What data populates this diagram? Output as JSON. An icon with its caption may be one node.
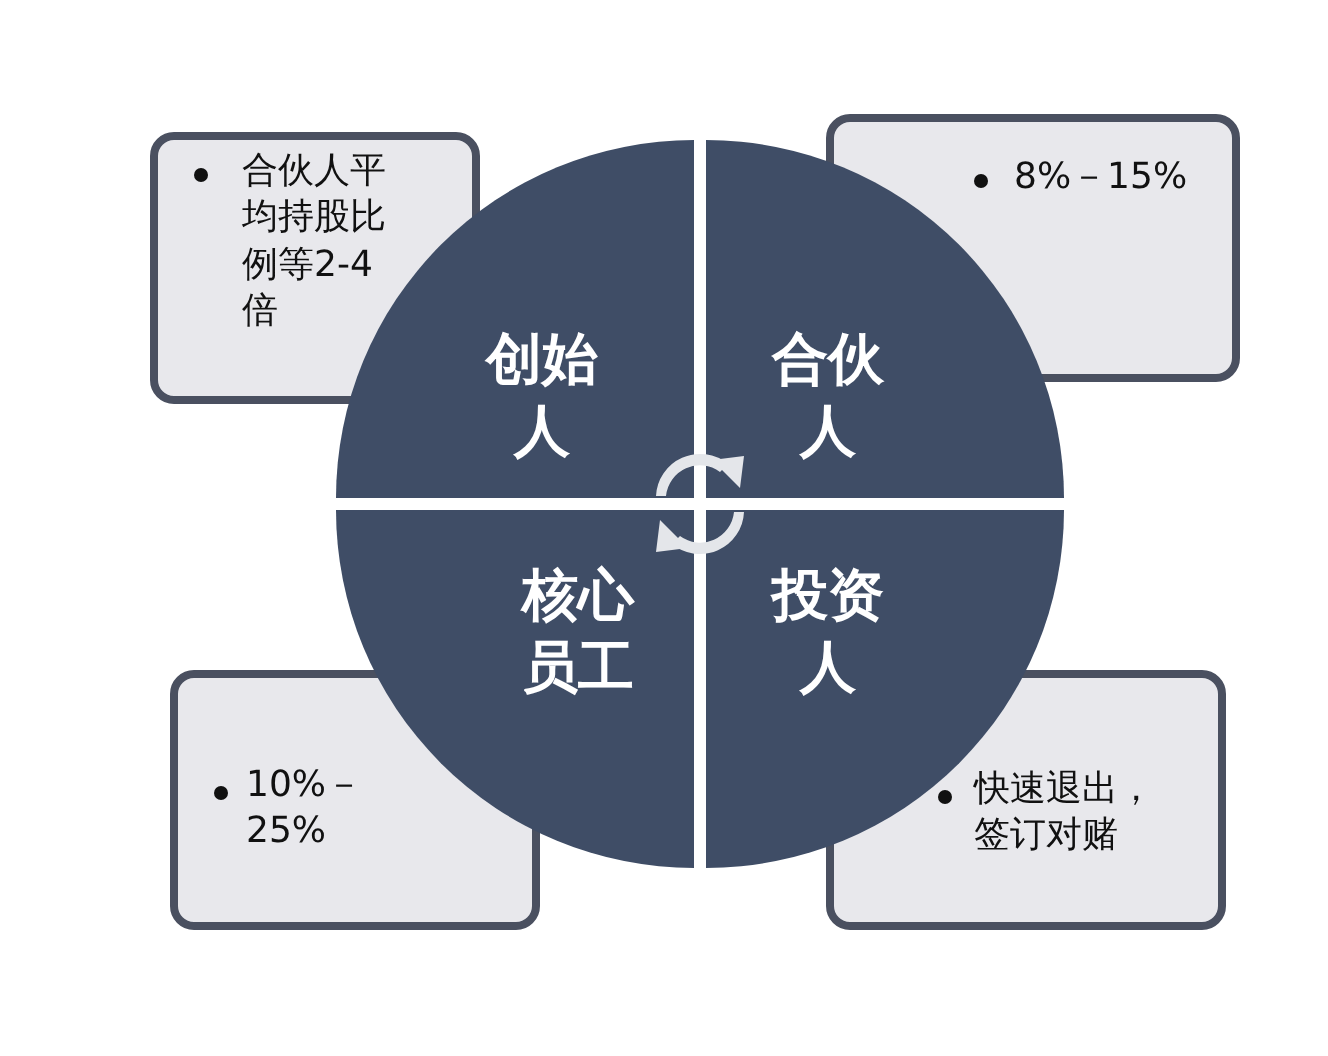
{
  "diagram": {
    "nodes": [
      {
        "text": [
          "创始人"
        ]
      },
      {
        "text": [
          "合伙人"
        ]
      },
      {
        "text": [
          "核心员工"
        ]
      },
      {
        "text": [
          "投资人"
        ]
      },
      {
        "text": [
          "合伙人平均持股比例等2-4倍"
        ]
      },
      {
        "text": [
          "8%－15%"
        ]
      },
      {
        "text": [
          "10%－25%"
        ]
      },
      {
        "text": [
          "快速退出，签订对赌"
        ]
      }
    ]
  }
}
